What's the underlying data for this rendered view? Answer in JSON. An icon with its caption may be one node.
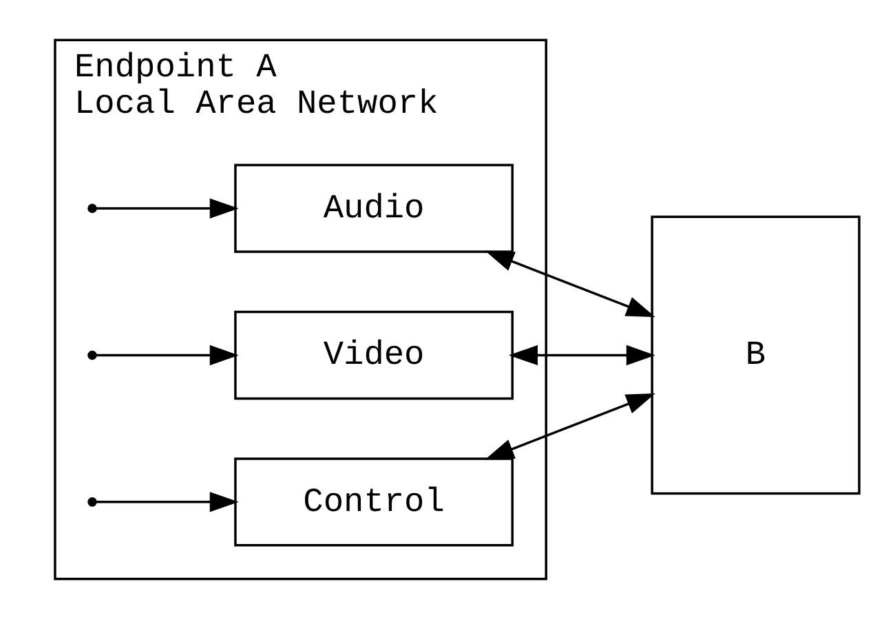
{
  "diagram": {
    "nodes": [
      {
        "text": [
          "Endpoint A",
          "Local Area Network"
        ]
      },
      {
        "text": [
          "Audio"
        ],
        "in": 0
      },
      {
        "text": [
          "Video"
        ],
        "in": 0
      },
      {
        "text": [
          "Control"
        ],
        "in": 0
      },
      {
        "text": [
          "B"
        ]
      }
    ],
    "edges": [
      {
        "from": null,
        "to": 1,
        "arrow": "to"
      },
      {
        "from": null,
        "to": 2,
        "arrow": "to"
      },
      {
        "from": null,
        "to": 3,
        "arrow": "to"
      },
      {
        "from": 1,
        "to": 4,
        "arrow": "both"
      },
      {
        "from": 2,
        "to": 4,
        "arrow": "both"
      },
      {
        "from": 3,
        "to": 4,
        "arrow": "both"
      }
    ]
  }
}
